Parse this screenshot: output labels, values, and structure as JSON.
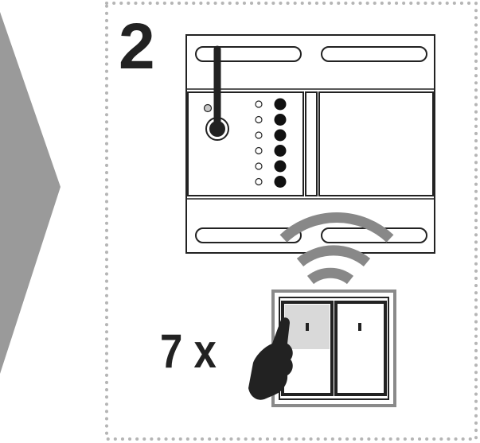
{
  "step": {
    "number": "2",
    "repeat_label": "7 x"
  },
  "device": {
    "led_rows": 6
  },
  "colors": {
    "outline": "#222222",
    "arrow": "#9a9a9a",
    "dotted_border": "#b5b5b5",
    "pressed_button": "#d9d9d9",
    "wave": "#888888",
    "switch_frame": "#8a8a8a"
  },
  "icons": [
    "next-step-arrow-icon",
    "antenna-icon",
    "radio-wave-icon",
    "pointing-hand-icon"
  ]
}
